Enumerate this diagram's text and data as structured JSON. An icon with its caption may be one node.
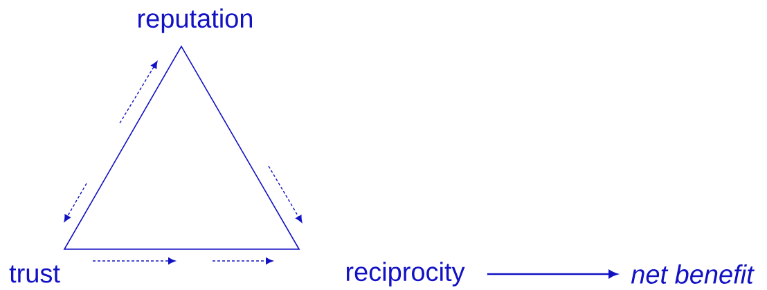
{
  "diagram": {
    "nodes": [
      {
        "text": [
          "reputation"
        ]
      },
      {
        "text": [
          "trust"
        ]
      },
      {
        "text": [
          "reciprocity"
        ]
      },
      {
        "text": [
          "net benefit"
        ]
      }
    ],
    "edges": [
      {
        "from": 2,
        "to": 3,
        "arrow": "to"
      }
    ]
  }
}
